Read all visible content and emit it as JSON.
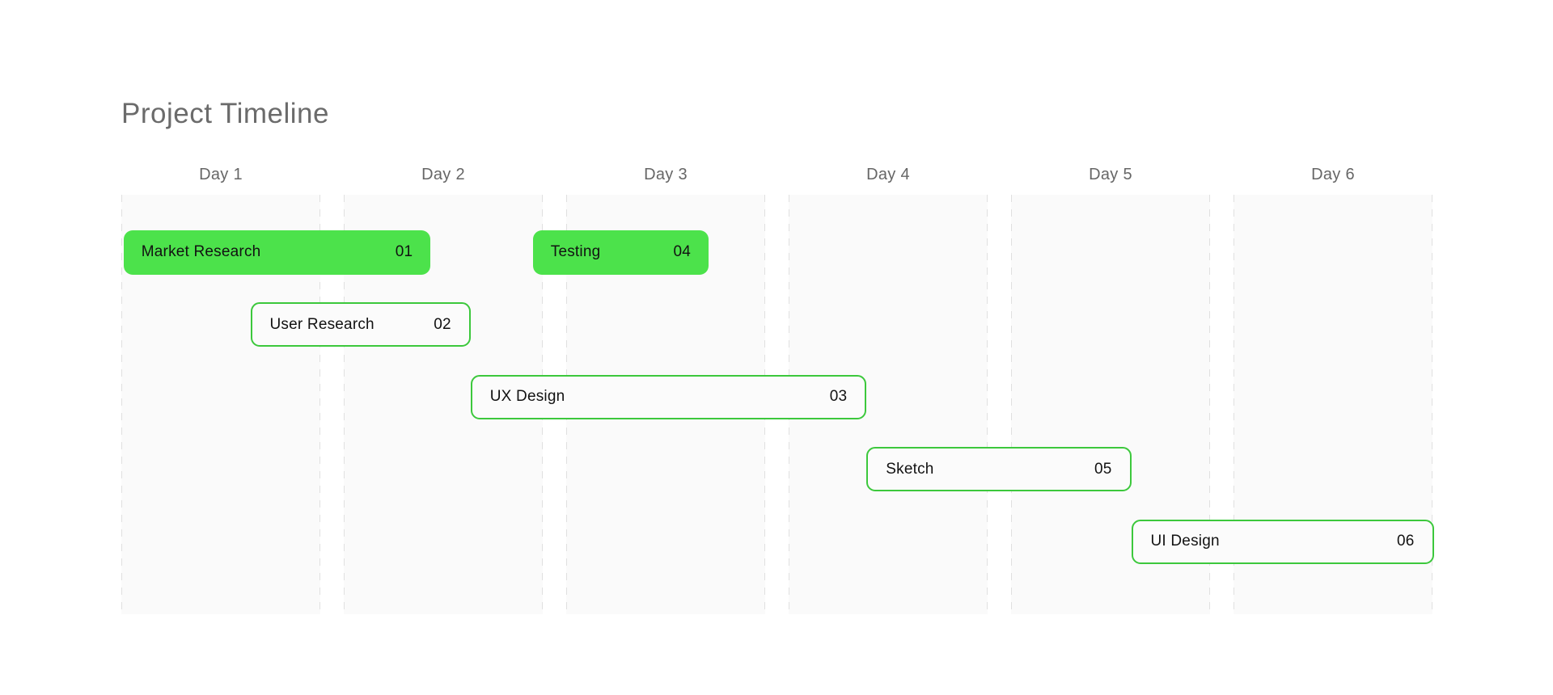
{
  "page": {
    "title": "Project Timeline"
  },
  "chart_data": {
    "type": "bar",
    "variant": "gantt-timeline",
    "title": "Project Timeline",
    "x_axis": {
      "categories": [
        "Day 1",
        "Day 2",
        "Day 3",
        "Day 4",
        "Day 5",
        "Day 6"
      ],
      "label_position": "top",
      "gridlines": "dashed-vertical",
      "range_days": [
        1,
        7
      ]
    },
    "tasks": [
      {
        "label": "Market Research",
        "number": "01",
        "row": 0,
        "start_day": 1.01,
        "end_day": 2.39,
        "style": "filled"
      },
      {
        "label": "User Research",
        "number": "02",
        "row": 1,
        "start_day": 1.58,
        "end_day": 2.57,
        "style": "outline"
      },
      {
        "label": "UX Design",
        "number": "03",
        "row": 2,
        "start_day": 2.57,
        "end_day": 4.35,
        "style": "outline"
      },
      {
        "label": "Testing",
        "number": "04",
        "row": 0,
        "start_day": 2.85,
        "end_day": 3.64,
        "style": "filled"
      },
      {
        "label": "Sketch",
        "number": "05",
        "row": 3,
        "start_day": 4.35,
        "end_day": 5.54,
        "style": "outline"
      },
      {
        "label": "UI Design",
        "number": "06",
        "row": 4,
        "start_day": 5.54,
        "end_day": 6.9,
        "style": "outline"
      }
    ]
  },
  "colors": {
    "page_bg": "#ffffff",
    "title": "#6b6b6b",
    "day_label": "#666666",
    "grid_line": "#e0e0e0",
    "column_bg": "#fafafa",
    "task_filled_bg": "#4ce24b",
    "task_outline_border": "#3cc83c",
    "task_outline_bg": "#fbfbfb",
    "task_text": "#121212"
  }
}
